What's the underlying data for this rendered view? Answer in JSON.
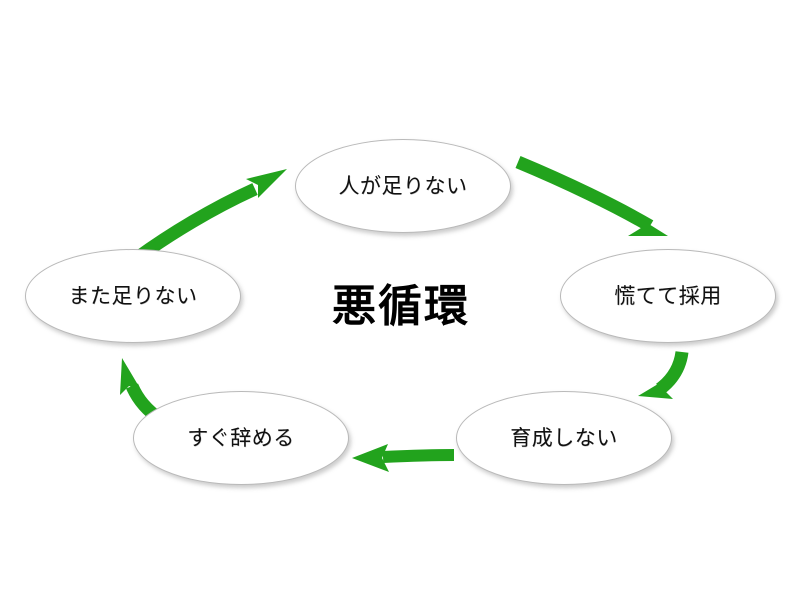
{
  "diagram": {
    "center_title": "悪循環",
    "background_color": "#ffffff",
    "arrow_color": "#22a31d",
    "node_fill": "#ffffff",
    "node_border": "#b9b9b9",
    "nodes": [
      {
        "id": "top",
        "label": "人が足りない"
      },
      {
        "id": "right",
        "label": "慌てて採用"
      },
      {
        "id": "bottom_right",
        "label": "育成しない"
      },
      {
        "id": "bottom_left",
        "label": "すぐ辞める"
      },
      {
        "id": "left",
        "label": "また足りない"
      }
    ],
    "arrows": [
      {
        "id": "top_to_right",
        "from": "人が足りない",
        "to": "慌てて採用"
      },
      {
        "id": "right_to_bottom_right",
        "from": "慌てて採用",
        "to": "育成しない"
      },
      {
        "id": "bottom_right_to_bottom_left",
        "from": "育成しない",
        "to": "すぐ辞める"
      },
      {
        "id": "bottom_left_to_left",
        "from": "すぐ辞める",
        "to": "また足りない"
      },
      {
        "id": "left_to_top",
        "from": "また足りない",
        "to": "人が足りない"
      }
    ]
  }
}
